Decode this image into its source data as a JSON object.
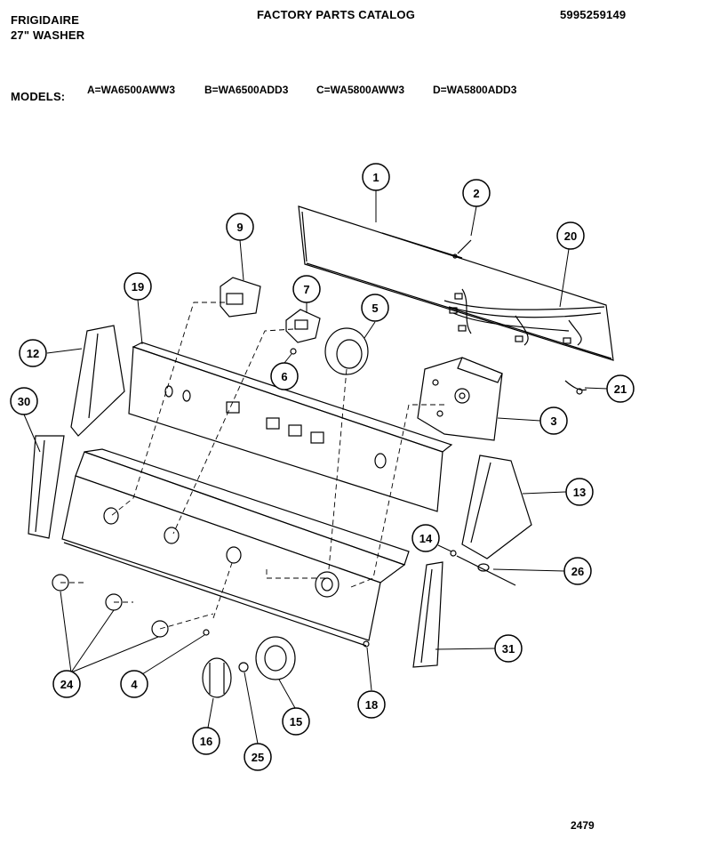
{
  "header": {
    "brand": "FRIGIDAIRE",
    "product": "27\" WASHER",
    "catalog_title": "FACTORY PARTS CATALOG",
    "part_number": "5995259149"
  },
  "models": {
    "label": "MODELS:",
    "items": [
      "A=WA6500AWW3",
      "B=WA6500ADD3",
      "C=WA5800AWW3",
      "D=WA5800ADD3"
    ]
  },
  "callouts": [
    "1",
    "2",
    "20",
    "9",
    "7",
    "5",
    "19",
    "12",
    "6",
    "30",
    "21",
    "3",
    "13",
    "14",
    "26",
    "31",
    "24",
    "4",
    "16",
    "25",
    "15",
    "18"
  ],
  "page_number": "2479"
}
